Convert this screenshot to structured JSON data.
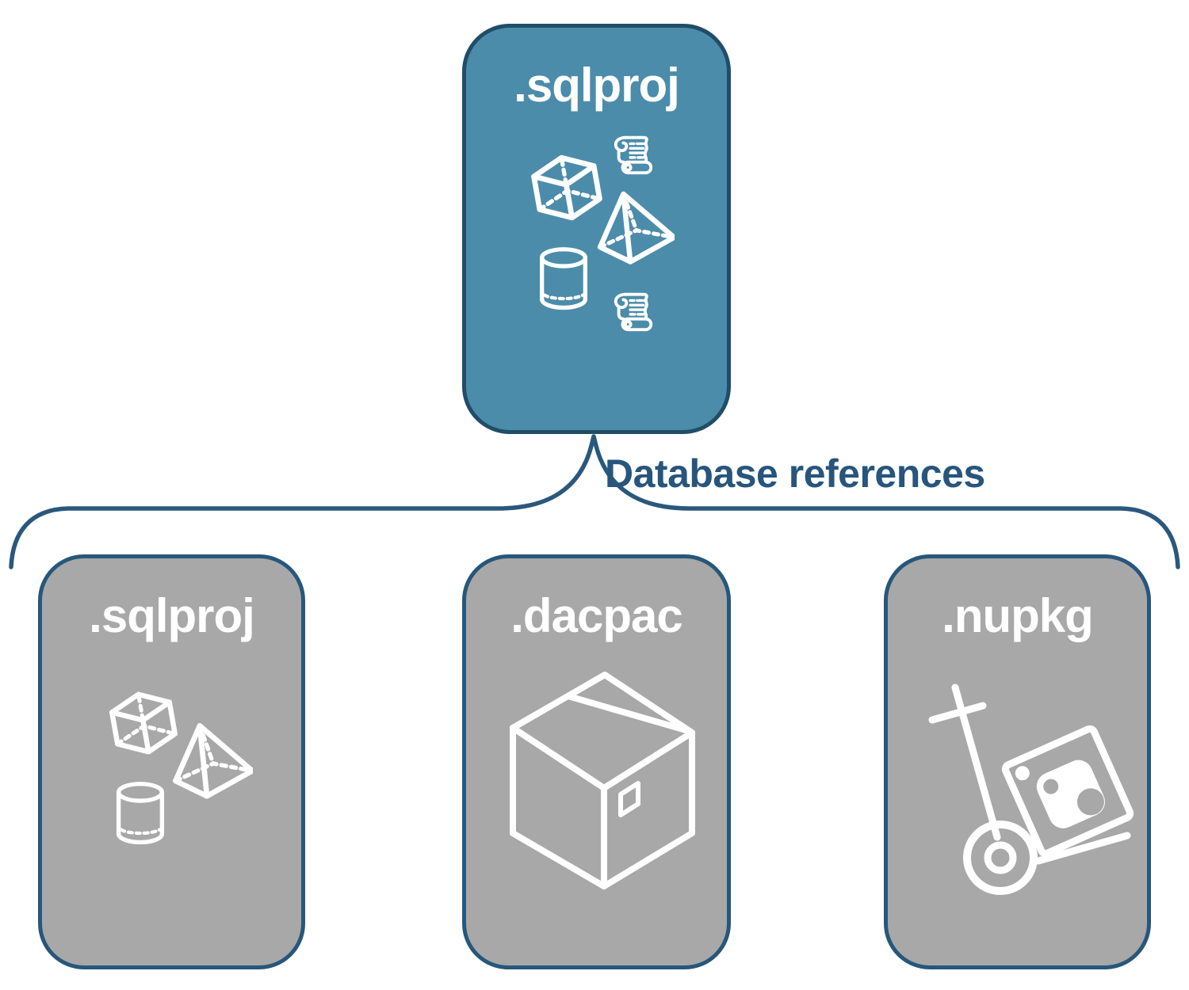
{
  "colors": {
    "root_fill": "#4B8CAA",
    "child_fill": "#A8A8A8",
    "root_border": "#204D68",
    "child_border": "#27577A",
    "connector": "#2A587C",
    "connector_text": "#27557C",
    "label_text": "#FFFFFF"
  },
  "root": {
    "label": ".sqlproj",
    "icons": [
      "cube-icon",
      "scroll-icon",
      "pyramid-icon",
      "cylinder-icon",
      "scroll-icon"
    ]
  },
  "connector": {
    "label": "Database references"
  },
  "children": [
    {
      "label": ".sqlproj",
      "icons": [
        "cube-icon",
        "pyramid-icon",
        "cylinder-icon"
      ]
    },
    {
      "label": ".dacpac",
      "icons": [
        "package-box-icon"
      ]
    },
    {
      "label": ".nupkg",
      "icons": [
        "hand-truck-package-icon"
      ]
    }
  ]
}
